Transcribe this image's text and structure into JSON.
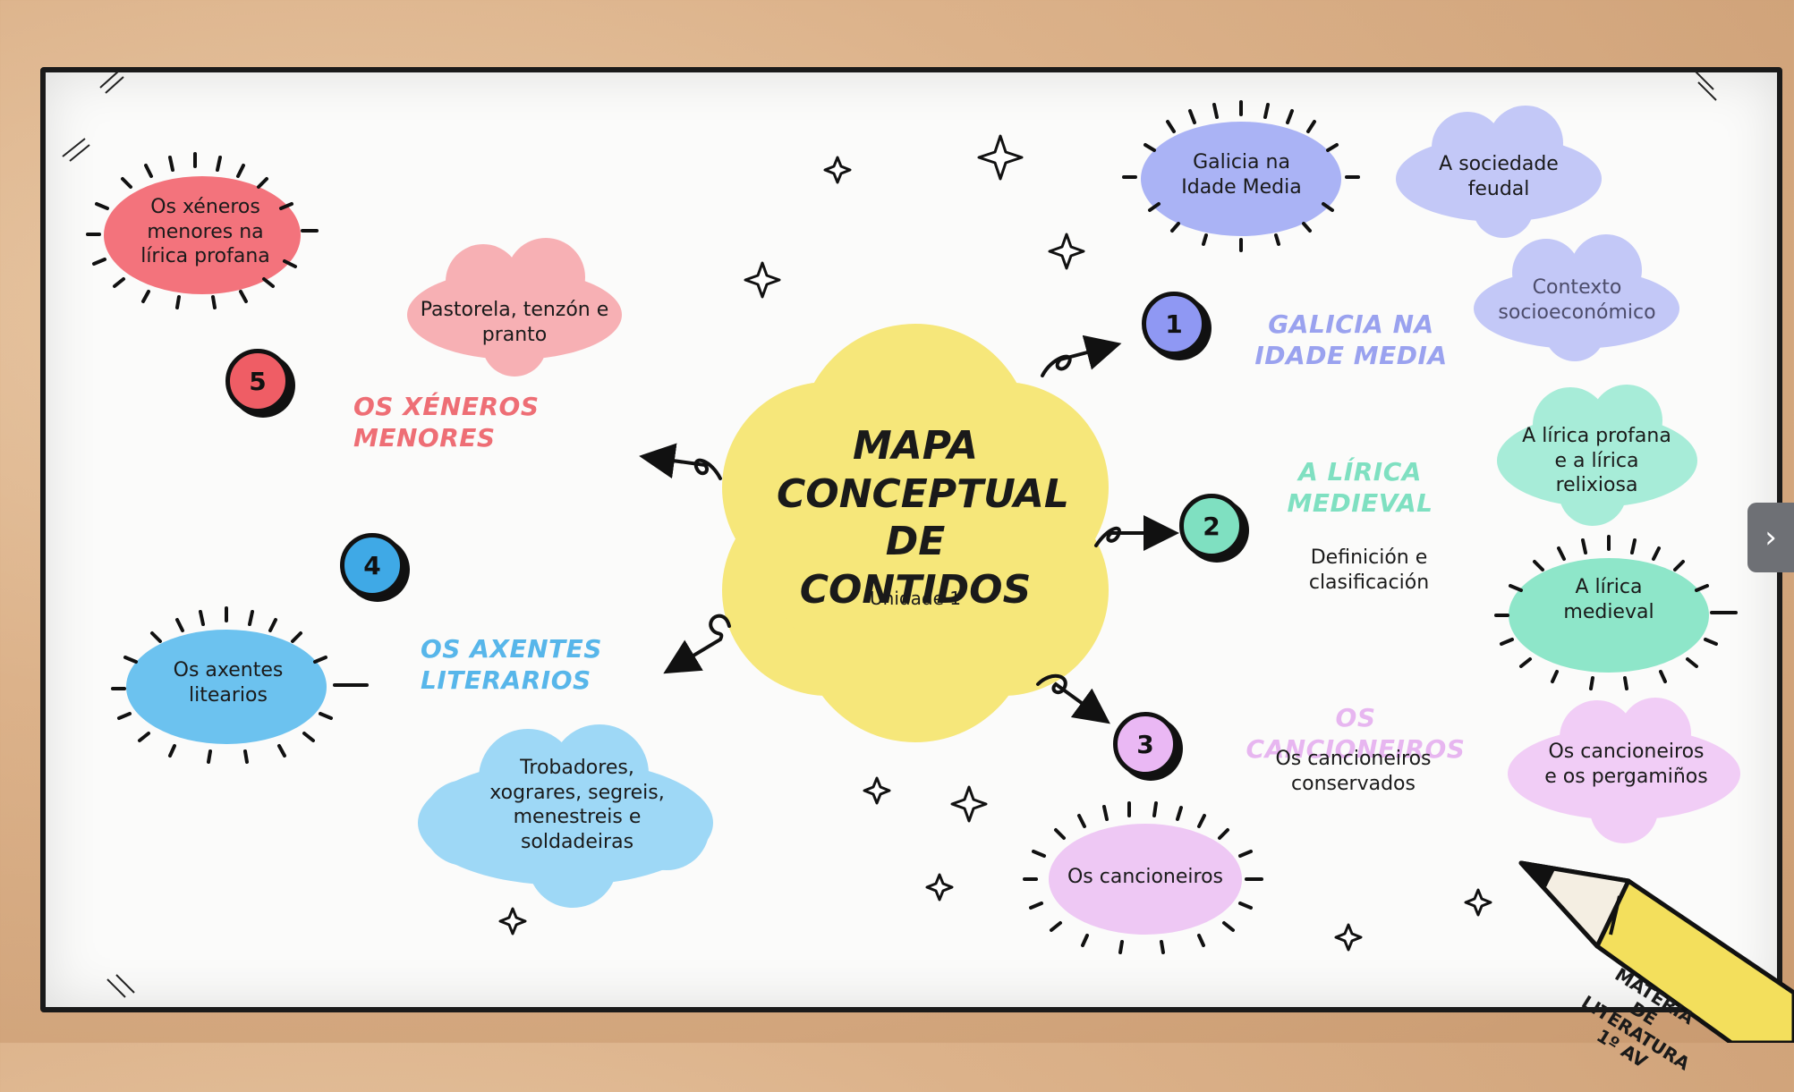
{
  "colors": {
    "board_bg": "#fbfbfa",
    "purple_node": "#aab3f5",
    "red_node": "#f3737c",
    "pink_cloud": "#f7b0b4",
    "blue_node": "#6cc2ef",
    "blue_cloud": "#9ed8f6",
    "mint_node": "#8ee6c9",
    "mint_cloud": "#a7ecd8",
    "lilac_node": "#eec8f4",
    "yellow_center": "#f6e77a",
    "heading_purple": "#9aa2ef",
    "heading_mint": "#7fe0c1",
    "heading_lilac": "#e7b6f0",
    "heading_red": "#ee6e75",
    "heading_blue": "#57b6ea",
    "badge_1": "#8f98f3",
    "badge_2": "#7fe0c1",
    "badge_3": "#eab8f4",
    "badge_4": "#3fa9e6",
    "badge_5": "#ef5d65"
  },
  "center": {
    "title": "MAPA CONCEPTUAL DE CONTIDOS",
    "subtitle": "Unidade 1"
  },
  "sections": [
    {
      "number": "1",
      "heading": "GALICIA NA IDADE MEDIA",
      "nodes": [
        "Galicia na Idade Media",
        "A sociedade feudal",
        "Contexto socioeconómico"
      ]
    },
    {
      "number": "2",
      "heading": "A LÍRICA MEDIEVAL",
      "nodes": [
        "A lírica profana e a lírica relixiosa",
        "Definición e clasificación",
        "A lírica medieval"
      ]
    },
    {
      "number": "3",
      "heading": "OS CANCIONEIROS",
      "nodes": [
        "Os cancioneiros conservados",
        "Os cancioneiros e os pergamiños",
        "Os cancioneiros"
      ]
    },
    {
      "number": "4",
      "heading": "OS AXENTES LITERARIOS",
      "nodes": [
        "Os axentes litearios",
        "Trobadores, xograres, segreis, menestreis e soldadeiras"
      ]
    },
    {
      "number": "5",
      "heading": "OS XÉNEROS MENORES",
      "nodes": [
        "Os xéneros menores na lírica profana",
        "Pastorela, tenzón e pranto"
      ]
    }
  ],
  "pencil_label": "MATERIA DE LITERATURA 1º AV",
  "icons": {
    "next": "chevron-right-icon",
    "star": "sparkle-star-icon",
    "arrow": "curly-arrow-icon"
  },
  "nav": {
    "next_glyph": "›"
  }
}
